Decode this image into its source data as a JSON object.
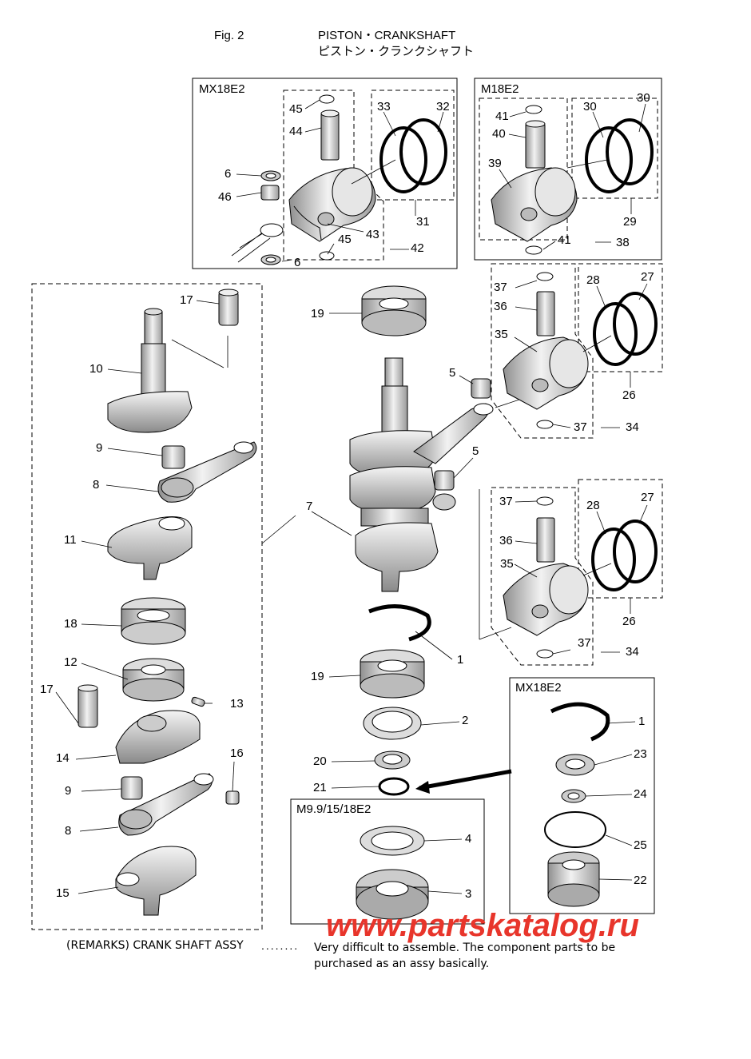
{
  "header": {
    "fig": "Fig. 2",
    "title_en": "PISTON・CRANKSHAFT",
    "title_jp": "ピストン・クランクシャフト"
  },
  "boxes": {
    "mx18e2_piston": "MX18E2",
    "m18e2_piston": "M18E2",
    "mx18e2_seal": "MX18E2",
    "m9_seal": "M9.9/15/18E2"
  },
  "callouts": [
    "45",
    "44",
    "6",
    "46",
    "33",
    "32",
    "31",
    "43",
    "45",
    "42",
    "6",
    "41",
    "40",
    "39",
    "30",
    "30",
    "29",
    "41",
    "38",
    "17",
    "10",
    "9",
    "8",
    "11",
    "18",
    "12",
    "17",
    "13",
    "14",
    "9",
    "8",
    "16",
    "15",
    "19",
    "5",
    "37",
    "36",
    "35",
    "28",
    "27",
    "26",
    "37",
    "34",
    "5",
    "7",
    "37",
    "36",
    "35",
    "28",
    "27",
    "26",
    "37",
    "34",
    "1",
    "19",
    "2",
    "20",
    "21",
    "1",
    "23",
    "24",
    "25",
    "22",
    "4",
    "3"
  ],
  "remarks": {
    "label": "(REMARKS) CRANK SHAFT ASSY",
    "dots": "........",
    "line1": "Very difficult to assemble. The component parts to be",
    "line2": "purchased as an assy basically."
  },
  "watermark": "www.partskatalog.ru",
  "colors": {
    "line": "#000000",
    "part_fill": "#d9d9d9",
    "part_dark": "#8c8c8c",
    "watermark": "#e8352b"
  }
}
